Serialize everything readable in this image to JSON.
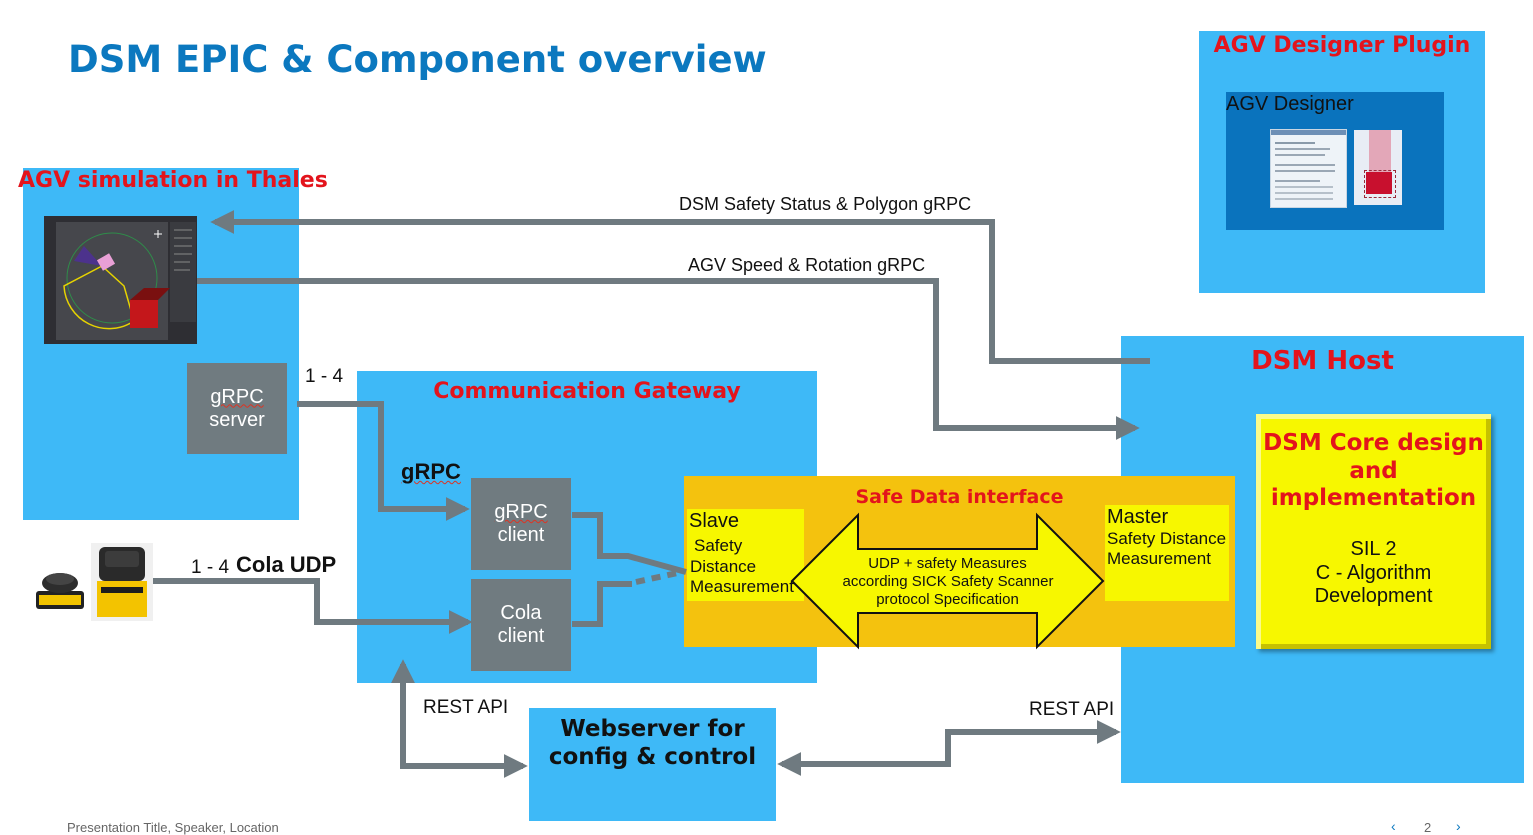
{
  "slide": {
    "title": "DSM EPIC & Component overview",
    "footer": "Presentation Title, Speaker, Location",
    "page_number": "2",
    "prev_icon": "chevron-left-icon",
    "next_icon": "chevron-right-icon"
  },
  "agv_designer_plugin": {
    "title": "AGV Designer Plugin",
    "inner_label": "AGV Designer"
  },
  "agv_simulation": {
    "title": "AGV simulation in Thales",
    "server_label_1": "gRPC",
    "server_label_2": "server"
  },
  "arrows": {
    "safety_status": "DSM Safety Status & Polygon gRPC",
    "speed_rotation": "AGV Speed & Rotation gRPC",
    "grpc_count": "1 - 4",
    "grpc": "gRPC",
    "cola_count": "1 - 4",
    "cola_udp": "Cola UDP",
    "rest_api_left": "REST API",
    "rest_api_right": "REST API"
  },
  "gateway": {
    "title": "Communication Gateway",
    "grpc_client_1": "gRPC",
    "grpc_client_2": "client",
    "cola_client_1": "Cola",
    "cola_client_2": "client"
  },
  "safe_data": {
    "title": "Safe Data interface",
    "slave_title": "Slave",
    "slave_text_1": "Safety",
    "slave_text_2": "Distance",
    "slave_text_3": "Measurement",
    "master_title": "Master",
    "master_text_1": "Safety Distance",
    "master_text_2": "Measurement",
    "arrow_text_1": "UDP + safety Measures",
    "arrow_text_2": "according SICK Safety Scanner",
    "arrow_text_3": "protocol Specification"
  },
  "dsm_host": {
    "title": "DSM Host",
    "core_title_1": "DSM Core design",
    "core_title_2": "and",
    "core_title_3": "implementation",
    "core_text_1": "SIL 2",
    "core_text_2": "C - Algorithm",
    "core_text_3": "Development"
  },
  "webserver": {
    "line_1": "Webserver for",
    "line_2": "config & control"
  },
  "colors": {
    "box_blue": "#3eb9f7",
    "title_blue": "#0b78bf",
    "red": "#e3141c",
    "orange": "#f4c20e",
    "yellow": "#f7f700",
    "arrow_gray": "#6f7a80"
  }
}
